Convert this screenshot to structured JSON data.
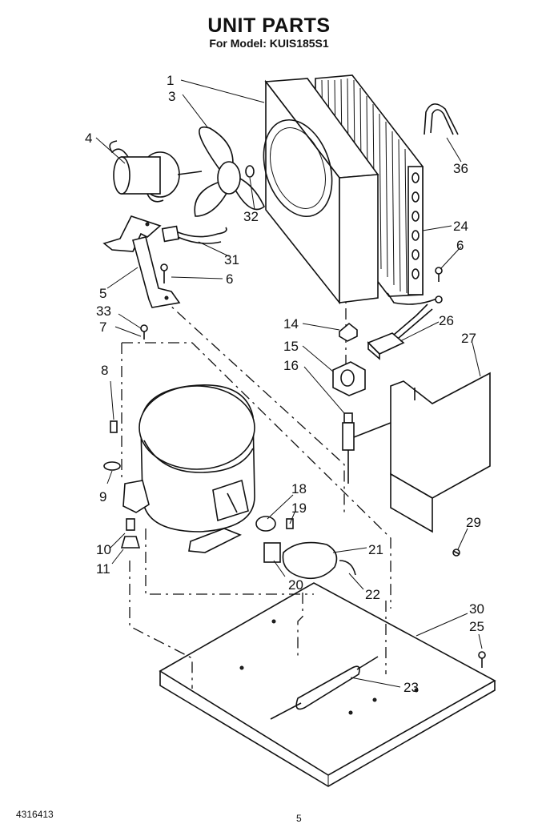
{
  "header": {
    "title": "UNIT PARTS",
    "model": "For Model: KUIS185S1"
  },
  "footer": {
    "doc_number": "4316413",
    "page_number": "5"
  },
  "callouts": [
    "1",
    "3",
    "4",
    "32",
    "36",
    "24",
    "6",
    "31",
    "6",
    "5",
    "33",
    "7",
    "14",
    "26",
    "15",
    "27",
    "16",
    "8",
    "9",
    "18",
    "19",
    "29",
    "21",
    "10",
    "11",
    "20",
    "22",
    "30",
    "25",
    "23"
  ]
}
